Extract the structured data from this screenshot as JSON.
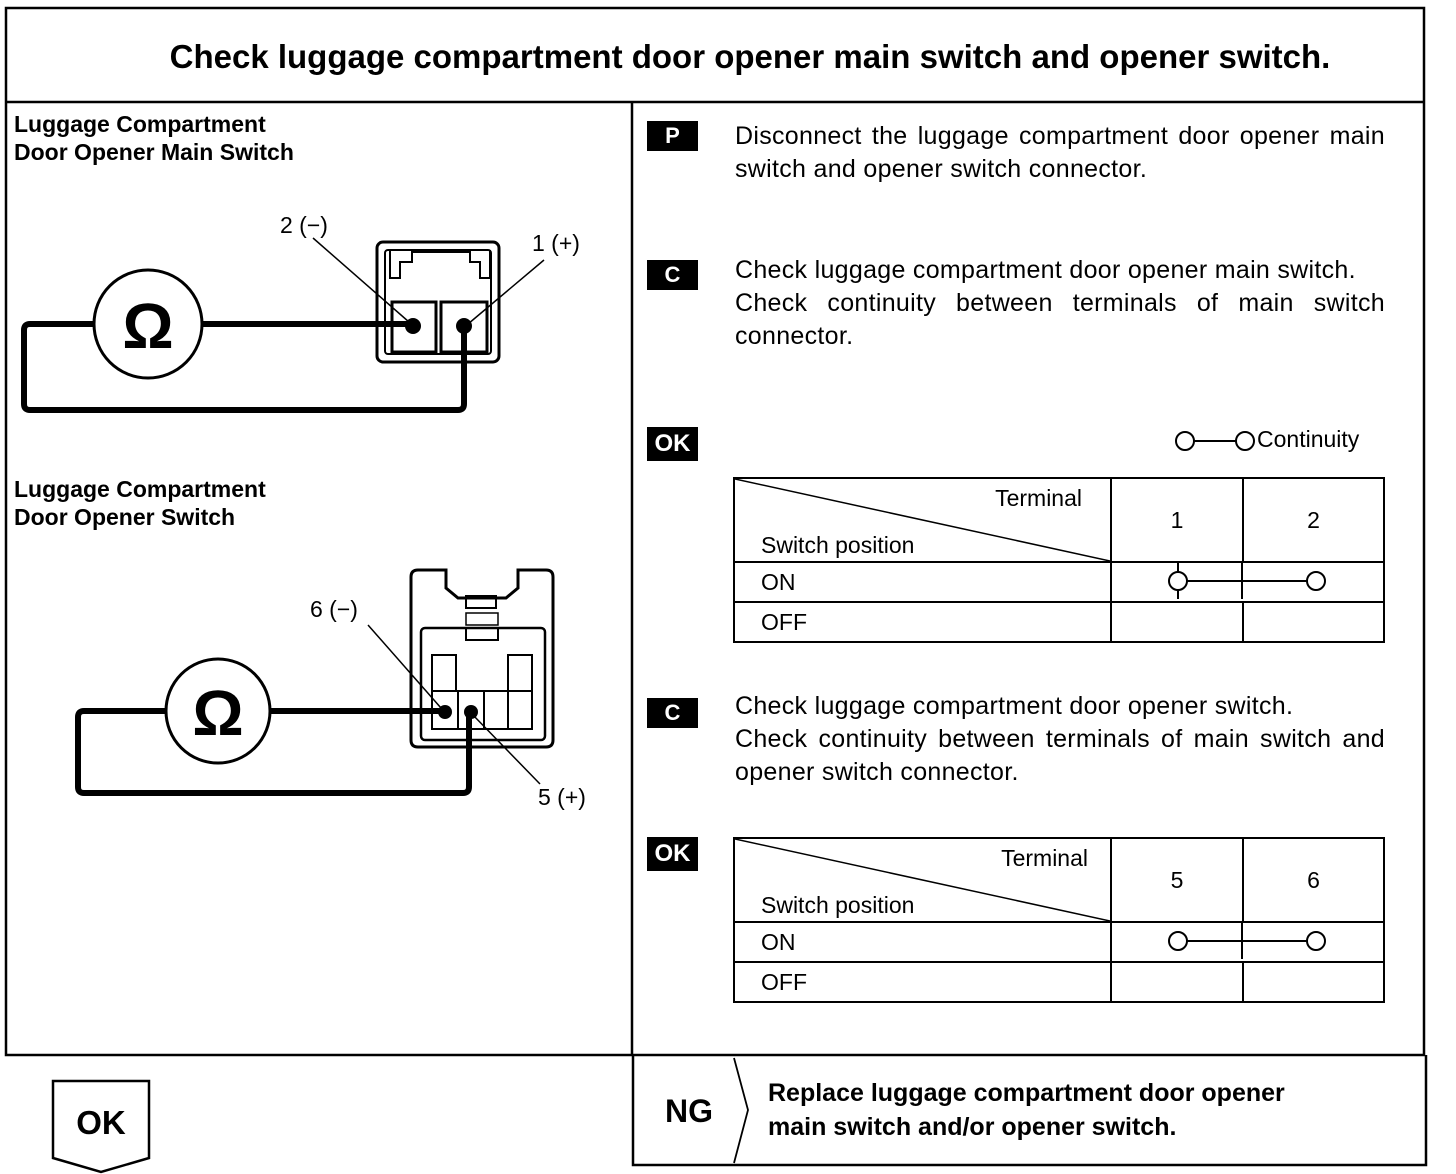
{
  "title": "Check luggage compartment door opener main switch and opener switch.",
  "left": {
    "main_switch_header": [
      "Luggage Compartment",
      "Door Opener Main Switch"
    ],
    "main_switch_terminals": {
      "neg": "2 (−)",
      "pos": "1 (+)"
    },
    "opener_switch_header": [
      "Luggage Compartment",
      "Door Opener Switch"
    ],
    "opener_switch_terminals": {
      "neg": "6 (−)",
      "pos": "5 (+)"
    },
    "ohm_symbol": "Ω"
  },
  "steps": [
    {
      "badge": "P",
      "text": "Disconnect the luggage compartment door opener main switch and opener switch connector."
    },
    {
      "badge": "C",
      "text": [
        "Check luggage compartment door opener main switch.",
        "Check continuity between terminals of main switch connector."
      ]
    },
    {
      "badge": "C",
      "text": [
        "Check luggage compartment door opener switch.",
        "Check continuity between terminals of main switch and opener switch connector."
      ]
    }
  ],
  "ok_badge": "OK",
  "legend_text": "Continuity",
  "table1": {
    "header_top": "Terminal",
    "header_bottom": "Switch position",
    "terminals": [
      "1",
      "2"
    ],
    "rows": [
      {
        "position": "ON",
        "continuity": true
      },
      {
        "position": "OFF",
        "continuity": false
      }
    ]
  },
  "table2": {
    "header_top": "Terminal",
    "header_bottom": "Switch position",
    "terminals": [
      "5",
      "6"
    ],
    "rows": [
      {
        "position": "ON",
        "continuity": true
      },
      {
        "position": "OFF",
        "continuity": false
      }
    ]
  },
  "footer": {
    "ok_label": "OK",
    "ng_label": "NG",
    "ng_text": [
      "Replace luggage compartment door opener",
      "main switch and/or opener switch."
    ]
  }
}
